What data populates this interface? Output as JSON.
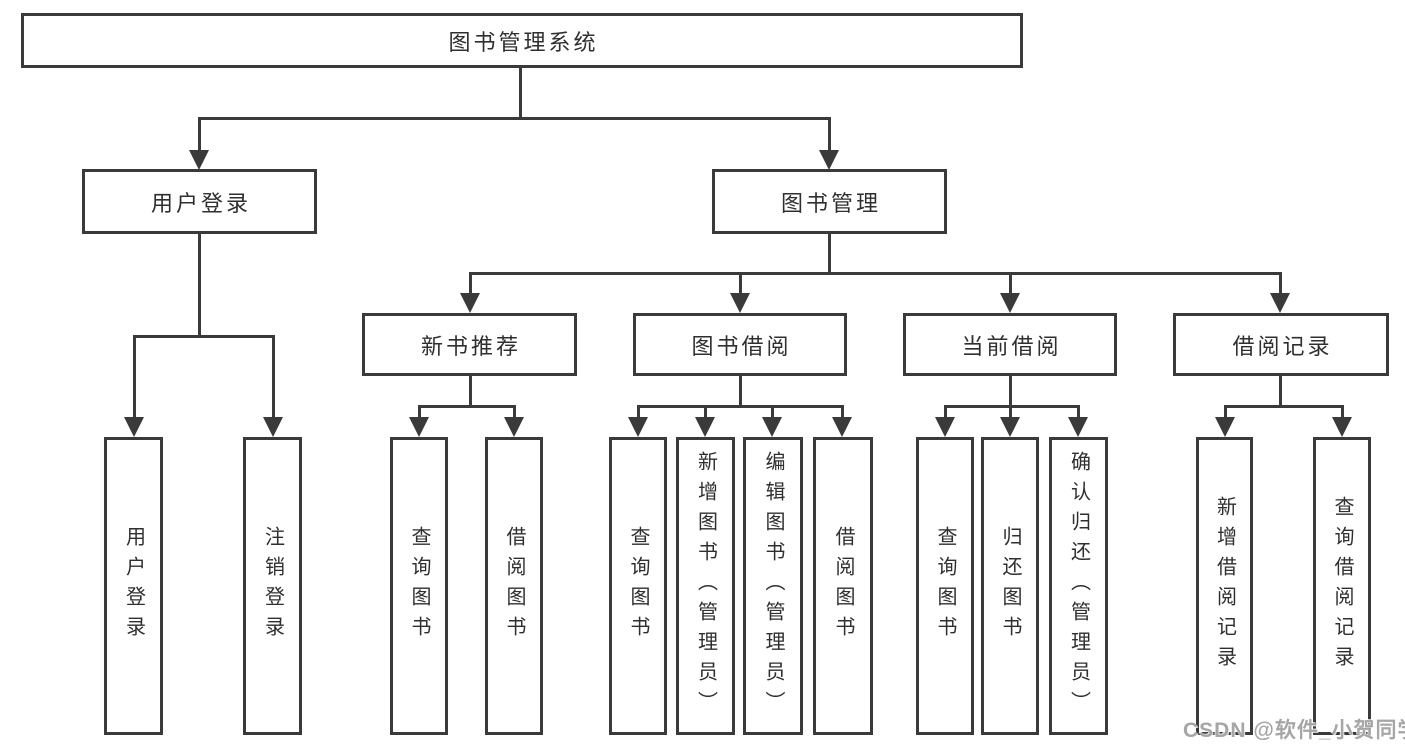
{
  "diagram": {
    "title": "图书管理系统",
    "root": {
      "label": "图书管理系统"
    },
    "level2": [
      {
        "label": "用户登录"
      },
      {
        "label": "图书管理"
      }
    ],
    "level3": [
      {
        "label": "新书推荐"
      },
      {
        "label": "图书借阅"
      },
      {
        "label": "当前借阅"
      },
      {
        "label": "借阅记录"
      }
    ],
    "leaves": {
      "user_login": [
        "用户登录",
        "注销登录"
      ],
      "new_book_recommend": [
        "查询图书",
        "借阅图书"
      ],
      "book_borrowing": [
        "查询图书",
        "新增图书（管理员）",
        "编辑图书（管理员）",
        "借阅图书"
      ],
      "current_borrowing": [
        "查询图书",
        "归还图书",
        "确认归还（管理员）"
      ],
      "borrowing_records": [
        "新增借阅记录",
        "查询借阅记录"
      ]
    },
    "edges": [
      {
        "from": "图书管理系统",
        "to": [
          "用户登录",
          "图书管理"
        ]
      },
      {
        "from": "用户登录",
        "to": [
          "用户登录",
          "注销登录"
        ]
      },
      {
        "from": "图书管理",
        "to": [
          "新书推荐",
          "图书借阅",
          "当前借阅",
          "借阅记录"
        ]
      },
      {
        "from": "新书推荐",
        "to": [
          "查询图书",
          "借阅图书"
        ]
      },
      {
        "from": "图书借阅",
        "to": [
          "查询图书",
          "新增图书（管理员）",
          "编辑图书（管理员）",
          "借阅图书"
        ]
      },
      {
        "from": "当前借阅",
        "to": [
          "查询图书",
          "归还图书",
          "确认归还（管理员）"
        ]
      },
      {
        "from": "借阅记录",
        "to": [
          "新增借阅记录",
          "查询借阅记录"
        ]
      }
    ],
    "colors": {
      "line": "#3a3a3a",
      "text": "#2f2f2f",
      "watermark": "#a6a6a6",
      "background": "#ffffff"
    }
  },
  "watermark": {
    "text": "CSDN @软件_小贺同学"
  }
}
